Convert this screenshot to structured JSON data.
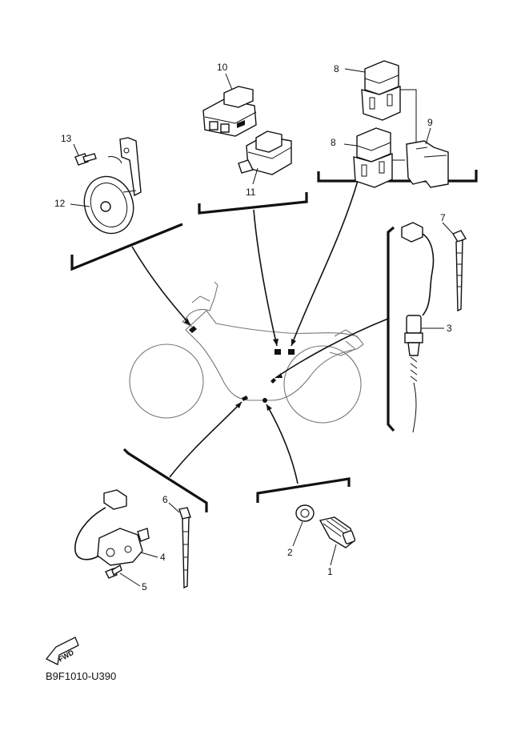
{
  "diagram": {
    "callouts": [
      {
        "id": "1",
        "label": "1"
      },
      {
        "id": "2",
        "label": "2"
      },
      {
        "id": "3",
        "label": "3"
      },
      {
        "id": "4",
        "label": "4"
      },
      {
        "id": "5",
        "label": "5"
      },
      {
        "id": "6",
        "label": "6"
      },
      {
        "id": "7",
        "label": "7"
      },
      {
        "id": "8a",
        "label": "8"
      },
      {
        "id": "8b",
        "label": "8"
      },
      {
        "id": "9",
        "label": "9"
      },
      {
        "id": "10",
        "label": "10"
      },
      {
        "id": "11",
        "label": "11"
      },
      {
        "id": "12",
        "label": "12"
      },
      {
        "id": "13",
        "label": "13"
      }
    ],
    "fwd_label": "FWD",
    "drawing_code": "B9F1010-U390"
  }
}
